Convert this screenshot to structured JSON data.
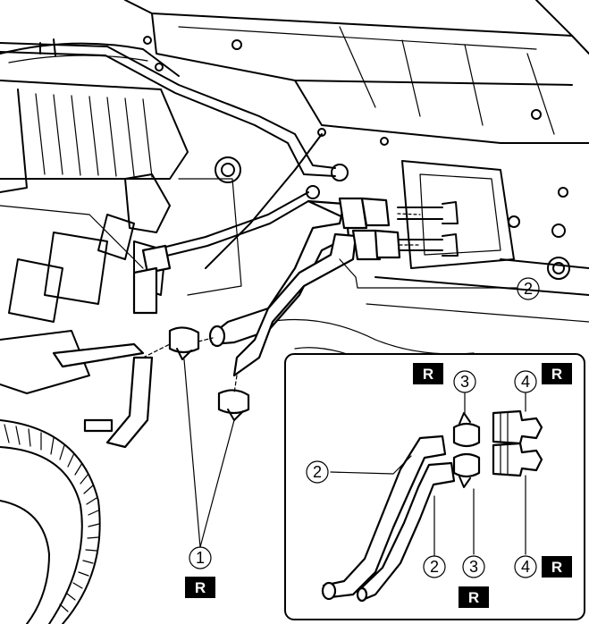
{
  "callouts": {
    "c1": "1",
    "c2_top": "2",
    "c2_inset_upper": "2",
    "c2_inset_lower": "2",
    "c3_upper": "3",
    "c3_lower": "3",
    "c4_upper": "4",
    "c4_lower": "4"
  },
  "badges": {
    "r_bottom_left": "R",
    "r_inset_topleft": "R",
    "r_inset_topright": "R",
    "r_inset_right": "R",
    "r_inset_bottom": "R"
  }
}
